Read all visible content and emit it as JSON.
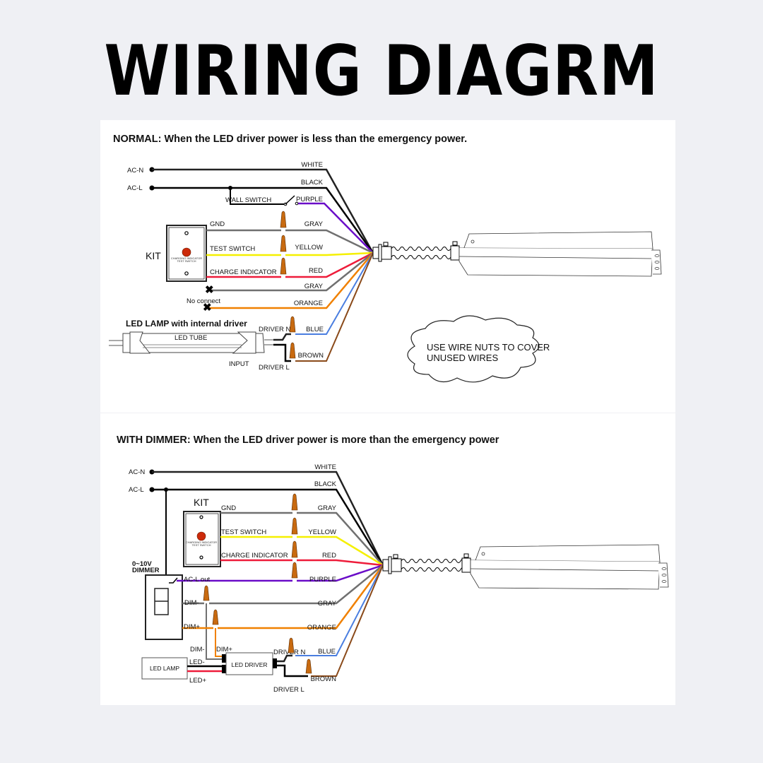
{
  "title": "WIRING DIAGRM",
  "normal": {
    "heading_bold": "NORMAL:",
    "heading_rest": " When the LED driver power is less than the emergency power.",
    "sources": {
      "ac_n": "AC-N",
      "ac_l": "AC-L"
    },
    "wall_switch": "WALL SWITCH",
    "kit": {
      "label": "KIT",
      "button_caption_1": "CHARGING INDICATOR",
      "button_caption_2": "TEST SWITCH",
      "gnd": "GND",
      "test_switch": "TEST SWITCH",
      "charge_indicator": "CHARGE INDICATOR"
    },
    "no_connect": "No connect",
    "lamp_title": "LED LAMP with internal driver",
    "led_tube": "LED TUBE",
    "input": "INPUT",
    "driver_n": "DRIVER N",
    "driver_l": "DRIVER L",
    "wires": {
      "white": "WHITE",
      "black": "BLACK",
      "purple": "PURPLE",
      "gray1": "GRAY",
      "yellow": "YELLOW",
      "red": "RED",
      "gray2": "GRAY",
      "orange": "ORANGE",
      "blue": "BLUE",
      "brown": "BROWN"
    },
    "note_line1": "USE WIRE NUTS TO COVER",
    "note_line2": "UNUSED WIRES"
  },
  "dimmer": {
    "heading_bold": "WITH DIMMER:",
    "heading_rest": " When the LED driver power is more than the emergency power",
    "sources": {
      "ac_n": "AC-N",
      "ac_l": "AC-L"
    },
    "kit": {
      "label": "KIT",
      "button_caption_1": "CHARGING INDICATOR",
      "button_caption_2": "TEST SWITCH",
      "gnd": "GND",
      "test_switch": "TEST SWITCH",
      "charge_indicator": "CHARGE INDICATOR"
    },
    "dimmer_label_1": "0~10V",
    "dimmer_label_2": "DIMMER",
    "ac_l_out": "AC-L out",
    "dim_minus": "DIM-",
    "dim_plus": "DIM+",
    "dim_minus_2": "DIM-",
    "dim_plus_2": "DIM+",
    "led_lamp": "LED LAMP",
    "led_minus": "LED-",
    "led_plus": "LED+",
    "led_driver": "LED DRIVER",
    "driver_n": "DRIVER N",
    "driver_l": "DRIVER L",
    "wires": {
      "white": "WHITE",
      "black": "BLACK",
      "gray1": "GRAY",
      "yellow": "YELLOW",
      "red": "RED",
      "purple": "PURPLE",
      "gray2": "GRAY",
      "orange": "ORANGE",
      "blue": "BLUE",
      "brown": "BROWN"
    }
  },
  "colors": {
    "background": "#eff0f4",
    "white_wire": "#222222",
    "black_wire": "#000000",
    "purple": "#6a0dc8",
    "gray": "#707070",
    "yellow": "#f5f000",
    "red": "#ee1c3a",
    "orange": "#f08000",
    "blue": "#4a7ee0",
    "brown": "#8a4a1a",
    "wire_nut": "#c86a10",
    "kit_button": "#cc2a0a"
  }
}
